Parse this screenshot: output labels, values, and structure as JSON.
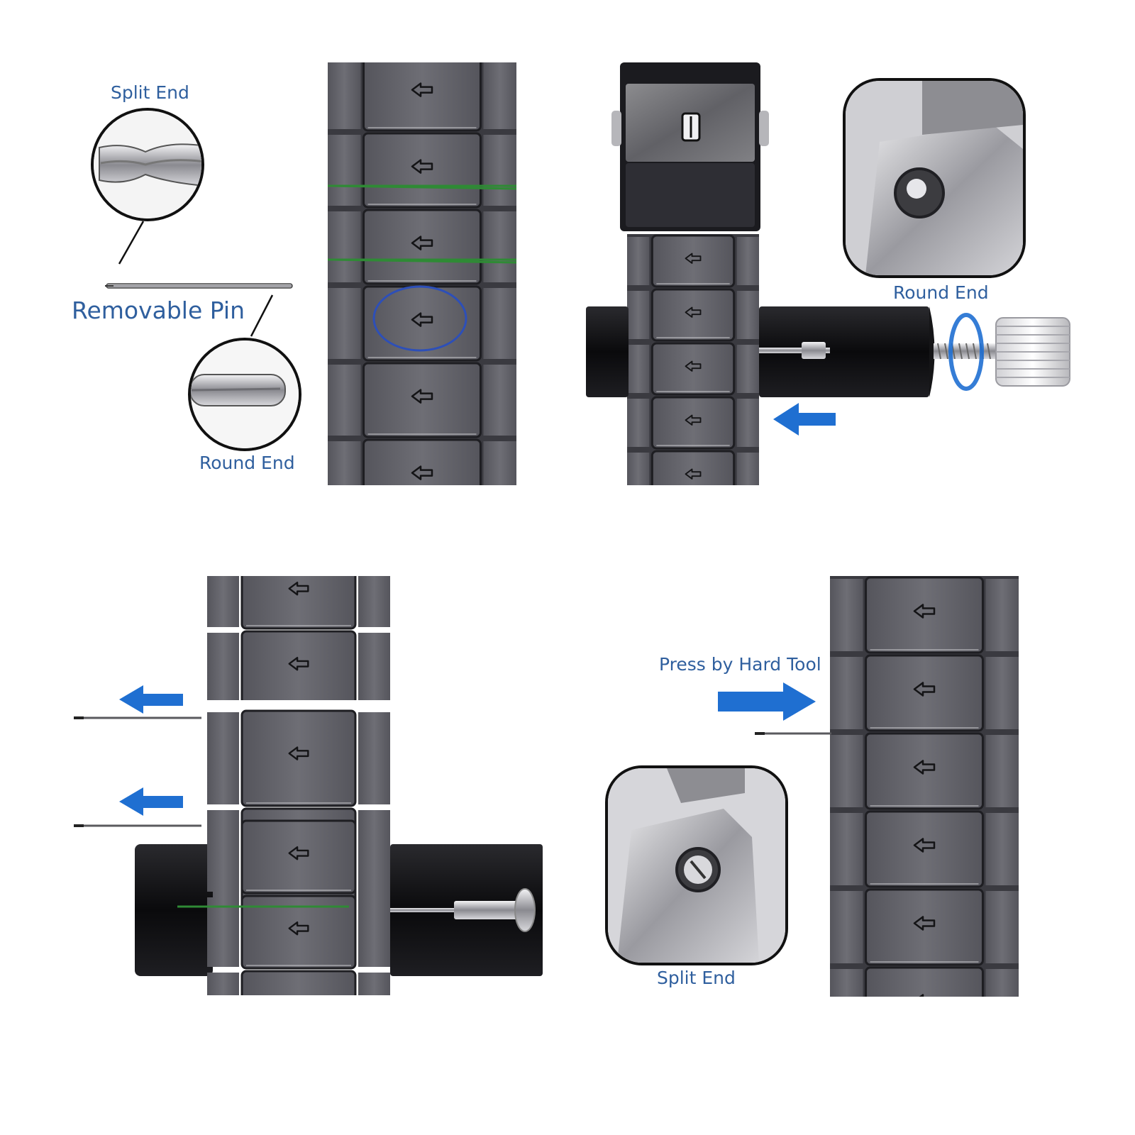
{
  "colors": {
    "label": "#2f5f9e",
    "arrow": "#1f6fd1",
    "pin_highlight": "#2f8a35",
    "circle_highlight": "#2d4fb8",
    "link_metal": "#616168",
    "link_dark": "#3a3a40",
    "tool_black": "#0e0e10"
  },
  "panels": {
    "p1": {
      "split_end_label": "Split End",
      "removable_pin_label": "Removable Pin",
      "round_end_label": "Round End",
      "inset_top_icon": "split-end-pin-closeup",
      "inset_bottom_icon": "round-end-pin-closeup"
    },
    "p2": {
      "round_end_label": "Round End",
      "inset_icon": "round-end-hole-closeup",
      "tool_icon": "pin-removal-tool"
    },
    "p3": {
      "tool_icon": "pin-removal-tool"
    },
    "p4": {
      "press_label": "Press by Hard Tool",
      "split_end_label": "Split End",
      "inset_icon": "split-end-hole-closeup"
    }
  }
}
